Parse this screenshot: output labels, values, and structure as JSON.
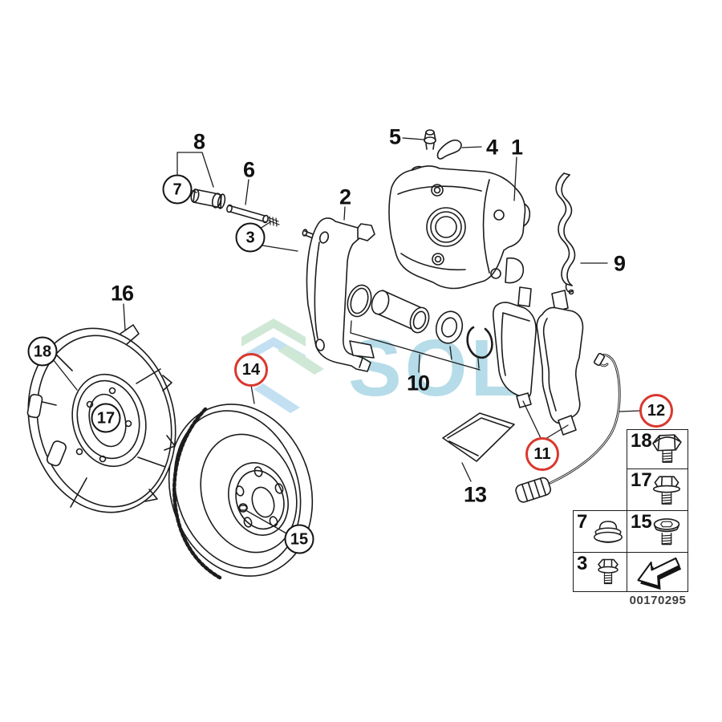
{
  "diagram": {
    "title": "rear-brake-exploded-diagram",
    "part_number": "00170295",
    "watermark_text": "SOL",
    "colors": {
      "line": "#1c1c1c",
      "callout_red": "#d9382e",
      "watermark_text_blue": "#b5dce8",
      "watermark_chevron_green": "#cfe8d6",
      "watermark_chevron_blue": "#c3e0f2"
    },
    "legend": {
      "cells": [
        {
          "label": "18",
          "icon": "dome-hex-bolt-icon"
        },
        {
          "label": "17",
          "icon": "hex-flange-bolt-icon"
        },
        {
          "label": "7",
          "icon": "grommet-plug-icon"
        },
        {
          "label": "15",
          "icon": "countersunk-socket-bolt-icon"
        },
        {
          "label": "3",
          "icon": "small-hex-bolt-icon"
        },
        {
          "label": "",
          "icon": "direction-arrow-icon"
        }
      ]
    }
  },
  "callouts": [
    {
      "label": "8",
      "style": "plain"
    },
    {
      "label": "7",
      "style": "circle"
    },
    {
      "label": "6",
      "style": "plain"
    },
    {
      "label": "3",
      "style": "circle"
    },
    {
      "label": "2",
      "style": "plain"
    },
    {
      "label": "5",
      "style": "plain"
    },
    {
      "label": "4",
      "style": "plain"
    },
    {
      "label": "1",
      "style": "plain"
    },
    {
      "label": "9",
      "style": "plain"
    },
    {
      "label": "16",
      "style": "plain"
    },
    {
      "label": "18",
      "style": "circle"
    },
    {
      "label": "17",
      "style": "circle"
    },
    {
      "label": "14",
      "style": "red-circle"
    },
    {
      "label": "10",
      "style": "plain"
    },
    {
      "label": "13",
      "style": "plain"
    },
    {
      "label": "11",
      "style": "red-circle"
    },
    {
      "label": "15",
      "style": "circle"
    },
    {
      "label": "12",
      "style": "red-circle"
    }
  ]
}
